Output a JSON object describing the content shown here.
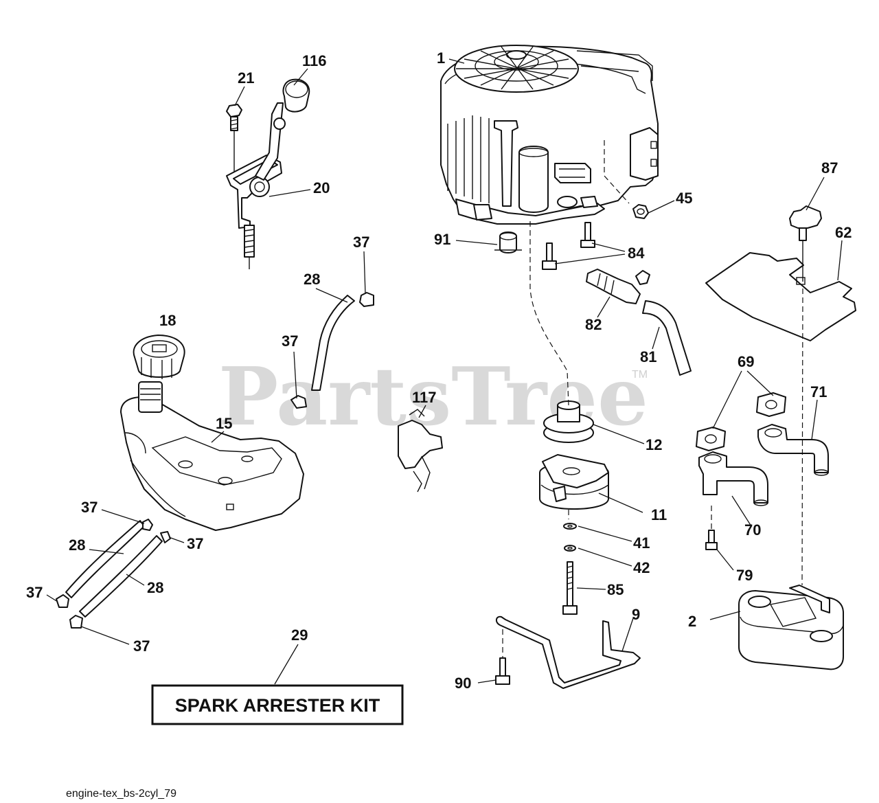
{
  "diagram": {
    "watermark": "PartsTree",
    "watermark_mark": "TM",
    "kit_label": "SPARK ARRESTER KIT",
    "reference": "engine-tex_bs-2cyl_79",
    "callouts": [
      {
        "id": "c1",
        "text": "1"
      },
      {
        "id": "c116",
        "text": "116"
      },
      {
        "id": "c21",
        "text": "21"
      },
      {
        "id": "c20",
        "text": "20"
      },
      {
        "id": "c45",
        "text": "45"
      },
      {
        "id": "c87",
        "text": "87"
      },
      {
        "id": "c91",
        "text": "91"
      },
      {
        "id": "c84",
        "text": "84"
      },
      {
        "id": "c62",
        "text": "62"
      },
      {
        "id": "c37a",
        "text": "37"
      },
      {
        "id": "c28a",
        "text": "28"
      },
      {
        "id": "c82",
        "text": "82"
      },
      {
        "id": "c18",
        "text": "18"
      },
      {
        "id": "c37b",
        "text": "37"
      },
      {
        "id": "c81",
        "text": "81"
      },
      {
        "id": "c69",
        "text": "69"
      },
      {
        "id": "c117",
        "text": "117"
      },
      {
        "id": "c71",
        "text": "71"
      },
      {
        "id": "c15",
        "text": "15"
      },
      {
        "id": "c12",
        "text": "12"
      },
      {
        "id": "c37c",
        "text": "37"
      },
      {
        "id": "c11",
        "text": "11"
      },
      {
        "id": "c70",
        "text": "70"
      },
      {
        "id": "c28b",
        "text": "28"
      },
      {
        "id": "c37d",
        "text": "37"
      },
      {
        "id": "c41",
        "text": "41"
      },
      {
        "id": "c42",
        "text": "42"
      },
      {
        "id": "c79",
        "text": "79"
      },
      {
        "id": "c37e",
        "text": "37"
      },
      {
        "id": "c28c",
        "text": "28"
      },
      {
        "id": "c85",
        "text": "85"
      },
      {
        "id": "c9",
        "text": "9"
      },
      {
        "id": "c2",
        "text": "2"
      },
      {
        "id": "c29",
        "text": "29"
      },
      {
        "id": "c37f",
        "text": "37"
      },
      {
        "id": "c90",
        "text": "90"
      }
    ]
  }
}
